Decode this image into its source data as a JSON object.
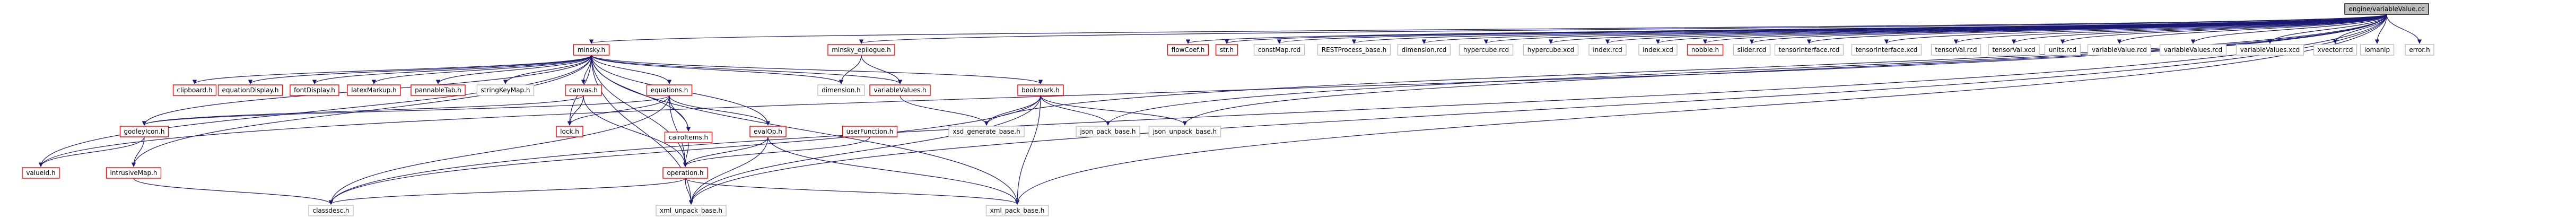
{
  "colors": {
    "root_fill": "#bfbfbf",
    "root_border": "#000000",
    "normal_border": "#bfbfbf",
    "highlight_border": "#ff0000",
    "edge": "#191970",
    "text": "#000000"
  },
  "nodes": [
    {
      "id": "root",
      "label": "engine/variableValue.cc",
      "kind": "root"
    },
    {
      "id": "minsky_h",
      "label": "minsky.h",
      "kind": "red"
    },
    {
      "id": "minsky_epilogue_h",
      "label": "minsky_epilogue.h",
      "kind": "red"
    },
    {
      "id": "flowcoef_h",
      "label": "flowCoef.h",
      "kind": "red"
    },
    {
      "id": "str_h",
      "label": "str.h",
      "kind": "red"
    },
    {
      "id": "constmap_rcd",
      "label": "constMap.rcd",
      "kind": "normal"
    },
    {
      "id": "restprocess_base_h",
      "label": "RESTProcess_base.h",
      "kind": "normal"
    },
    {
      "id": "dimension_rcd",
      "label": "dimension.rcd",
      "kind": "normal"
    },
    {
      "id": "hypercube_rcd",
      "label": "hypercube.rcd",
      "kind": "normal"
    },
    {
      "id": "hypercube_xcd",
      "label": "hypercube.xcd",
      "kind": "normal"
    },
    {
      "id": "index_rcd",
      "label": "index.rcd",
      "kind": "normal"
    },
    {
      "id": "index_xcd",
      "label": "index.xcd",
      "kind": "normal"
    },
    {
      "id": "nobble_h",
      "label": "nobble.h",
      "kind": "red"
    },
    {
      "id": "slider_rcd",
      "label": "slider.rcd",
      "kind": "normal"
    },
    {
      "id": "tensorinterface_rcd",
      "label": "tensorInterface.rcd",
      "kind": "normal"
    },
    {
      "id": "tensorinterface_xcd",
      "label": "tensorInterface.xcd",
      "kind": "normal"
    },
    {
      "id": "tensorval_rcd",
      "label": "tensorVal.rcd",
      "kind": "normal"
    },
    {
      "id": "tensorval_xcd",
      "label": "tensorVal.xcd",
      "kind": "normal"
    },
    {
      "id": "units_rcd",
      "label": "units.rcd",
      "kind": "normal"
    },
    {
      "id": "variablevalue_rcd",
      "label": "variableValue.rcd",
      "kind": "normal"
    },
    {
      "id": "variablevalues_rcd",
      "label": "variableValues.rcd",
      "kind": "normal"
    },
    {
      "id": "variablevalues_xcd",
      "label": "variableValues.xcd",
      "kind": "normal"
    },
    {
      "id": "xvector_rcd",
      "label": "xvector.rcd",
      "kind": "normal"
    },
    {
      "id": "iomanip",
      "label": "iomanip",
      "kind": "normal"
    },
    {
      "id": "error_h",
      "label": "error.h",
      "kind": "normal"
    },
    {
      "id": "clipboard_h",
      "label": "clipboard.h",
      "kind": "red"
    },
    {
      "id": "equationdisplay_h",
      "label": "equationDisplay.h",
      "kind": "red"
    },
    {
      "id": "fontdisplay_h",
      "label": "fontDisplay.h",
      "kind": "red"
    },
    {
      "id": "latexmarkup_h",
      "label": "latexMarkup.h",
      "kind": "red"
    },
    {
      "id": "pannabletab_h",
      "label": "pannableTab.h",
      "kind": "red"
    },
    {
      "id": "stringkeymap_h",
      "label": "stringKeyMap.h",
      "kind": "normal"
    },
    {
      "id": "canvas_h",
      "label": "canvas.h",
      "kind": "red"
    },
    {
      "id": "equations_h",
      "label": "equations.h",
      "kind": "red"
    },
    {
      "id": "dimension_h",
      "label": "dimension.h",
      "kind": "normal"
    },
    {
      "id": "variablevalues_h",
      "label": "variableValues.h",
      "kind": "red"
    },
    {
      "id": "bookmark_h",
      "label": "bookmark.h",
      "kind": "red"
    },
    {
      "id": "godleyicon_h",
      "label": "godleyIcon.h",
      "kind": "red"
    },
    {
      "id": "lock_h",
      "label": "lock.h",
      "kind": "red"
    },
    {
      "id": "evalop_h",
      "label": "evalOp.h",
      "kind": "red"
    },
    {
      "id": "userfunction_h",
      "label": "userFunction.h",
      "kind": "red"
    },
    {
      "id": "xsd_generate_base_h",
      "label": "xsd_generate_base.h",
      "kind": "normal"
    },
    {
      "id": "json_pack_base_h",
      "label": "json_pack_base.h",
      "kind": "normal"
    },
    {
      "id": "json_unpack_base_h",
      "label": "json_unpack_base.h",
      "kind": "normal"
    },
    {
      "id": "cairoitems_h",
      "label": "cairoItems.h",
      "kind": "red"
    },
    {
      "id": "valueid_h",
      "label": "valueId.h",
      "kind": "red"
    },
    {
      "id": "intrusivemap_h",
      "label": "intrusiveMap.h",
      "kind": "red"
    },
    {
      "id": "operation_h",
      "label": "operation.h",
      "kind": "red"
    },
    {
      "id": "classdesc_h",
      "label": "classdesc.h",
      "kind": "normal"
    },
    {
      "id": "xml_unpack_base_h",
      "label": "xml_unpack_base.h",
      "kind": "normal"
    },
    {
      "id": "xml_pack_base_h",
      "label": "xml_pack_base.h",
      "kind": "normal"
    }
  ],
  "edges": [
    [
      "root",
      "minsky_h"
    ],
    [
      "root",
      "minsky_epilogue_h"
    ],
    [
      "root",
      "flowcoef_h"
    ],
    [
      "root",
      "str_h"
    ],
    [
      "root",
      "constmap_rcd"
    ],
    [
      "root",
      "restprocess_base_h"
    ],
    [
      "root",
      "dimension_rcd"
    ],
    [
      "root",
      "hypercube_rcd"
    ],
    [
      "root",
      "hypercube_xcd"
    ],
    [
      "root",
      "index_rcd"
    ],
    [
      "root",
      "index_xcd"
    ],
    [
      "root",
      "nobble_h"
    ],
    [
      "root",
      "slider_rcd"
    ],
    [
      "root",
      "tensorinterface_rcd"
    ],
    [
      "root",
      "tensorinterface_xcd"
    ],
    [
      "root",
      "tensorval_rcd"
    ],
    [
      "root",
      "tensorval_xcd"
    ],
    [
      "root",
      "units_rcd"
    ],
    [
      "root",
      "variablevalue_rcd"
    ],
    [
      "root",
      "variablevalues_rcd"
    ],
    [
      "root",
      "variablevalues_xcd"
    ],
    [
      "root",
      "xvector_rcd"
    ],
    [
      "root",
      "iomanip"
    ],
    [
      "root",
      "error_h"
    ],
    [
      "root",
      "valueid_h"
    ],
    [
      "root",
      "classdesc_h"
    ],
    [
      "root",
      "xml_unpack_base_h"
    ],
    [
      "root",
      "xml_pack_base_h"
    ],
    [
      "root",
      "json_pack_base_h"
    ],
    [
      "root",
      "json_unpack_base_h"
    ],
    [
      "root",
      "xsd_generate_base_h"
    ],
    [
      "minsky_h",
      "clipboard_h"
    ],
    [
      "minsky_h",
      "equationdisplay_h"
    ],
    [
      "minsky_h",
      "fontdisplay_h"
    ],
    [
      "minsky_h",
      "latexmarkup_h"
    ],
    [
      "minsky_h",
      "pannabletab_h"
    ],
    [
      "minsky_h",
      "stringkeymap_h"
    ],
    [
      "minsky_h",
      "canvas_h"
    ],
    [
      "minsky_h",
      "equations_h"
    ],
    [
      "minsky_h",
      "dimension_h"
    ],
    [
      "minsky_h",
      "variablevalues_h"
    ],
    [
      "minsky_h",
      "bookmark_h"
    ],
    [
      "minsky_h",
      "godleyicon_h"
    ],
    [
      "minsky_h",
      "lock_h"
    ],
    [
      "minsky_h",
      "evalop_h"
    ],
    [
      "minsky_h",
      "cairoitems_h"
    ],
    [
      "minsky_h",
      "valueid_h"
    ],
    [
      "minsky_h",
      "intrusivemap_h"
    ],
    [
      "minsky_h",
      "operation_h"
    ],
    [
      "minsky_h",
      "xml_pack_base_h"
    ],
    [
      "minsky_h",
      "xml_unpack_base_h"
    ],
    [
      "minsky_epilogue_h",
      "dimension_h"
    ],
    [
      "minsky_epilogue_h",
      "variablevalues_h"
    ],
    [
      "canvas_h",
      "godleyicon_h"
    ],
    [
      "canvas_h",
      "lock_h"
    ],
    [
      "canvas_h",
      "operation_h"
    ],
    [
      "equations_h",
      "godleyicon_h"
    ],
    [
      "equations_h",
      "evalop_h"
    ],
    [
      "equations_h",
      "lock_h"
    ],
    [
      "equations_h",
      "operation_h"
    ],
    [
      "equations_h",
      "classdesc_h"
    ],
    [
      "equations_h",
      "cairoitems_h"
    ],
    [
      "bookmark_h",
      "classdesc_h"
    ],
    [
      "bookmark_h",
      "xsd_generate_base_h"
    ],
    [
      "bookmark_h",
      "json_pack_base_h"
    ],
    [
      "bookmark_h",
      "json_unpack_base_h"
    ],
    [
      "bookmark_h",
      "xml_pack_base_h"
    ],
    [
      "bookmark_h",
      "xml_unpack_base_h"
    ],
    [
      "godleyicon_h",
      "valueid_h"
    ],
    [
      "godleyicon_h",
      "intrusivemap_h"
    ],
    [
      "intrusivemap_h",
      "classdesc_h"
    ],
    [
      "evalop_h",
      "operation_h"
    ],
    [
      "evalop_h",
      "xml_pack_base_h"
    ],
    [
      "evalop_h",
      "xml_unpack_base_h"
    ],
    [
      "cairoitems_h",
      "operation_h"
    ],
    [
      "userfunction_h",
      "operation_h"
    ],
    [
      "operation_h",
      "xml_pack_base_h"
    ],
    [
      "operation_h",
      "xml_unpack_base_h"
    ],
    [
      "operation_h",
      "classdesc_h"
    ],
    [
      "variablevalues_h",
      "xsd_generate_base_h"
    ]
  ]
}
